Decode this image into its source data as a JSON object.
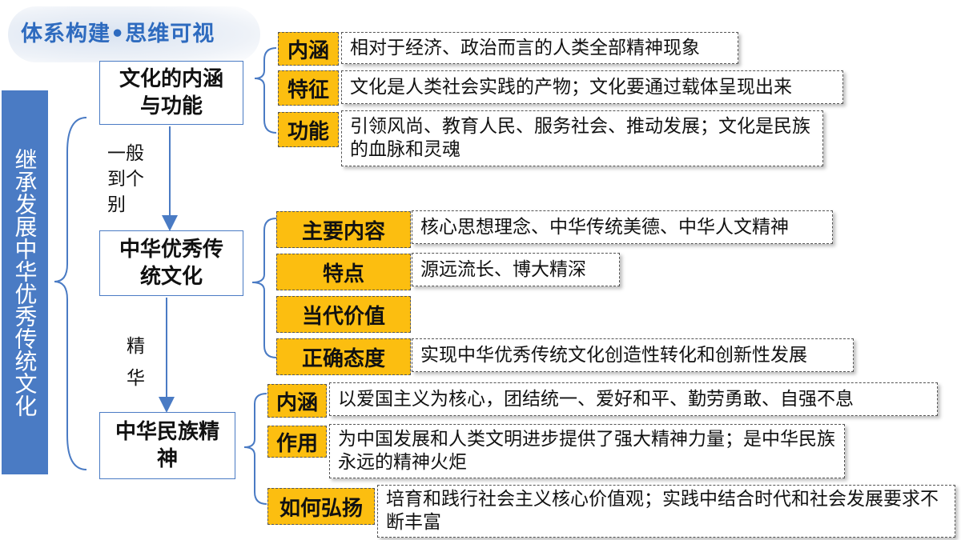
{
  "title": "体系构建•思维可视",
  "side_label": "继承发展中华优秀传统文化",
  "nodes": {
    "culture": "文化的内涵与功能",
    "excellent": "中华优秀传统文化",
    "spirit": "中华民族精神"
  },
  "connectors": {
    "general_to_specific": "一般到个别",
    "essence": "精华"
  },
  "culture_items": [
    {
      "tag": "内涵",
      "desc": "相对于经济、政治而言的人类全部精神现象"
    },
    {
      "tag": "特征",
      "desc": "文化是人类社会实践的产物；文化要通过载体呈现出来"
    },
    {
      "tag": "功能",
      "desc": "引领风尚、教育人民、服务社会、推动发展；文化是民族的血脉和灵魂"
    }
  ],
  "excellent_items": [
    {
      "tag": "主要内容",
      "desc": "核心思想理念、中华传统美德、中华人文精神"
    },
    {
      "tag": "特点",
      "desc": "源远流长、博大精深"
    },
    {
      "tag": "当代价值",
      "desc": ""
    },
    {
      "tag": "正确态度",
      "desc": "实现中华优秀传统文化创造性转化和创新性发展"
    }
  ],
  "spirit_items": [
    {
      "tag": "内涵",
      "desc": "以爱国主义为核心，团结统一、爱好和平、勤劳勇敢、自强不息"
    },
    {
      "tag": "作用",
      "desc": "为中国发展和人类文明进步提供了强大精神力量；是中华民族永远的精神火炬"
    },
    {
      "tag": "如何弘扬",
      "desc": "培育和践行社会主义核心价值观；实践中结合时代和社会发展要求不断丰富"
    }
  ],
  "colors": {
    "accent_blue": "#4a7bc4",
    "tag_yellow": "#fcbe10",
    "title_blue": "#2e6bbf"
  }
}
